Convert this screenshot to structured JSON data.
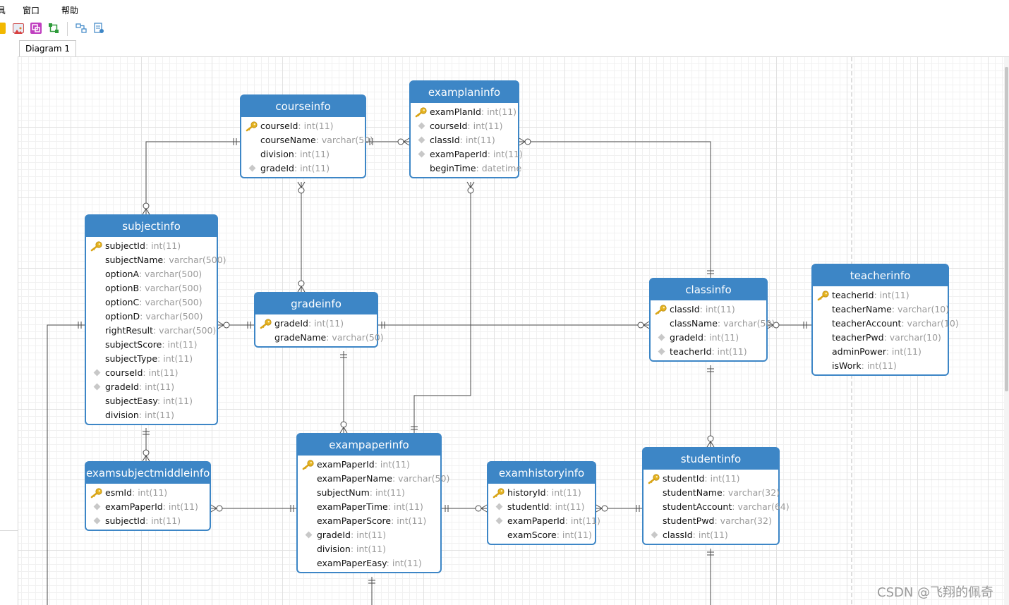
{
  "menu": [
    "具",
    "窗口",
    "帮助"
  ],
  "toolbar_icons": [
    "note-icon",
    "image-icon",
    "shape-icon",
    "layout-icon",
    "auto-layout-icon",
    "properties-icon"
  ],
  "tab": {
    "label": "Diagram 1"
  },
  "entities": [
    {
      "id": "courseinfo",
      "title": "courseinfo",
      "fields": [
        {
          "name": "courseId",
          "type": ": int(11)",
          "key": "pk"
        },
        {
          "name": "courseName",
          "type": ": varchar(50)",
          "key": ""
        },
        {
          "name": "division",
          "type": ": int(11)",
          "key": ""
        },
        {
          "name": "gradeId",
          "type": ": int(11)",
          "key": "fk"
        }
      ]
    },
    {
      "id": "examplaninfo",
      "title": "examplaninfo",
      "fields": [
        {
          "name": "examPlanId",
          "type": ": int(11)",
          "key": "pk"
        },
        {
          "name": "courseId",
          "type": ": int(11)",
          "key": "fk"
        },
        {
          "name": "classId",
          "type": ": int(11)",
          "key": "fk"
        },
        {
          "name": "examPaperId",
          "type": ": int(11)",
          "key": "fk"
        },
        {
          "name": "beginTime",
          "type": ": datetime",
          "key": ""
        }
      ]
    },
    {
      "id": "subjectinfo",
      "title": "subjectinfo",
      "fields": [
        {
          "name": "subjectId",
          "type": ": int(11)",
          "key": "pk"
        },
        {
          "name": "subjectName",
          "type": ": varchar(500)",
          "key": ""
        },
        {
          "name": "optionA",
          "type": ": varchar(500)",
          "key": ""
        },
        {
          "name": "optionB",
          "type": ": varchar(500)",
          "key": ""
        },
        {
          "name": "optionC",
          "type": ": varchar(500)",
          "key": ""
        },
        {
          "name": "optionD",
          "type": ": varchar(500)",
          "key": ""
        },
        {
          "name": "rightResult",
          "type": ": varchar(500)",
          "key": ""
        },
        {
          "name": "subjectScore",
          "type": ": int(11)",
          "key": ""
        },
        {
          "name": "subjectType",
          "type": ": int(11)",
          "key": ""
        },
        {
          "name": "courseId",
          "type": ": int(11)",
          "key": "fk"
        },
        {
          "name": "gradeId",
          "type": ": int(11)",
          "key": "fk"
        },
        {
          "name": "subjectEasy",
          "type": ": int(11)",
          "key": ""
        },
        {
          "name": "division",
          "type": ": int(11)",
          "key": ""
        }
      ]
    },
    {
      "id": "gradeinfo",
      "title": "gradeinfo",
      "fields": [
        {
          "name": "gradeId",
          "type": ": int(11)",
          "key": "pk"
        },
        {
          "name": "gradeName",
          "type": ": varchar(50)",
          "key": ""
        }
      ]
    },
    {
      "id": "classinfo",
      "title": "classinfo",
      "fields": [
        {
          "name": "classId",
          "type": ": int(11)",
          "key": "pk"
        },
        {
          "name": "className",
          "type": ": varchar(50)",
          "key": ""
        },
        {
          "name": "gradeId",
          "type": ": int(11)",
          "key": "fk"
        },
        {
          "name": "teacherId",
          "type": ": int(11)",
          "key": "fk"
        }
      ]
    },
    {
      "id": "teacherinfo",
      "title": "teacherinfo",
      "fields": [
        {
          "name": "teacherId",
          "type": ": int(11)",
          "key": "pk"
        },
        {
          "name": "teacherName",
          "type": ": varchar(10)",
          "key": ""
        },
        {
          "name": "teacherAccount",
          "type": ": varchar(10)",
          "key": ""
        },
        {
          "name": "teacherPwd",
          "type": ": varchar(10)",
          "key": ""
        },
        {
          "name": "adminPower",
          "type": ": int(11)",
          "key": ""
        },
        {
          "name": "isWork",
          "type": ": int(11)",
          "key": ""
        }
      ]
    },
    {
      "id": "exampaperinfo",
      "title": "exampaperinfo",
      "fields": [
        {
          "name": "examPaperId",
          "type": ": int(11)",
          "key": "pk"
        },
        {
          "name": "examPaperName",
          "type": ": varchar(50)",
          "key": ""
        },
        {
          "name": "subjectNum",
          "type": ": int(11)",
          "key": ""
        },
        {
          "name": "examPaperTime",
          "type": ": int(11)",
          "key": ""
        },
        {
          "name": "examPaperScore",
          "type": ": int(11)",
          "key": ""
        },
        {
          "name": "gradeId",
          "type": ": int(11)",
          "key": "fk"
        },
        {
          "name": "division",
          "type": ": int(11)",
          "key": ""
        },
        {
          "name": "examPaperEasy",
          "type": ": int(11)",
          "key": ""
        }
      ]
    },
    {
      "id": "examsubjectmiddleinfo",
      "title": "examsubjectmiddleinfo",
      "fields": [
        {
          "name": "esmId",
          "type": ": int(11)",
          "key": "pk"
        },
        {
          "name": "examPaperId",
          "type": ": int(11)",
          "key": "fk"
        },
        {
          "name": "subjectId",
          "type": ": int(11)",
          "key": "fk"
        }
      ]
    },
    {
      "id": "examhistoryinfo",
      "title": "examhistoryinfo",
      "fields": [
        {
          "name": "historyId",
          "type": ": int(11)",
          "key": "pk"
        },
        {
          "name": "studentId",
          "type": ": int(11)",
          "key": "fk"
        },
        {
          "name": "examPaperId",
          "type": ": int(11)",
          "key": "fk"
        },
        {
          "name": "examScore",
          "type": ": int(11)",
          "key": ""
        }
      ]
    },
    {
      "id": "studentinfo",
      "title": "studentinfo",
      "fields": [
        {
          "name": "studentId",
          "type": ": int(11)",
          "key": "pk"
        },
        {
          "name": "studentName",
          "type": ": varchar(32)",
          "key": ""
        },
        {
          "name": "studentAccount",
          "type": ": varchar(64)",
          "key": ""
        },
        {
          "name": "studentPwd",
          "type": ": varchar(32)",
          "key": ""
        },
        {
          "name": "classId",
          "type": ": int(11)",
          "key": "fk"
        }
      ]
    }
  ],
  "relations": [
    {
      "from": "gradeinfo",
      "to": "courseinfo",
      "from_card": "one",
      "to_card": "many"
    },
    {
      "from": "courseinfo",
      "to": "subjectinfo",
      "from_card": "one",
      "to_card": "many"
    },
    {
      "from": "courseinfo",
      "to": "examplaninfo",
      "from_card": "one",
      "to_card": "many"
    },
    {
      "from": "classinfo",
      "to": "examplaninfo",
      "from_card": "one",
      "to_card": "many"
    },
    {
      "from": "exampaperinfo",
      "to": "examplaninfo",
      "from_card": "one",
      "to_card": "many"
    },
    {
      "from": "gradeinfo",
      "to": "subjectinfo",
      "from_card": "one",
      "to_card": "many"
    },
    {
      "from": "gradeinfo",
      "to": "classinfo",
      "from_card": "one",
      "to_card": "many"
    },
    {
      "from": "teacherinfo",
      "to": "classinfo",
      "from_card": "one",
      "to_card": "many"
    },
    {
      "from": "gradeinfo",
      "to": "exampaperinfo",
      "from_card": "one",
      "to_card": "many"
    },
    {
      "from": "subjectinfo",
      "to": "examsubjectmiddleinfo",
      "from_card": "one",
      "to_card": "many"
    },
    {
      "from": "exampaperinfo",
      "to": "examsubjectmiddleinfo",
      "from_card": "one",
      "to_card": "many"
    },
    {
      "from": "exampaperinfo",
      "to": "examhistoryinfo",
      "from_card": "one",
      "to_card": "many"
    },
    {
      "from": "studentinfo",
      "to": "examhistoryinfo",
      "from_card": "one",
      "to_card": "many"
    },
    {
      "from": "classinfo",
      "to": "studentinfo",
      "from_card": "one",
      "to_card": "many"
    }
  ],
  "watermark": "CSDN @飞翔的佩奇",
  "colors": {
    "entity_header": "#3d86c6",
    "field_type": "#9a9a9a",
    "primary_key": "#e6b422",
    "foreign_key": "#c8c8c8"
  }
}
